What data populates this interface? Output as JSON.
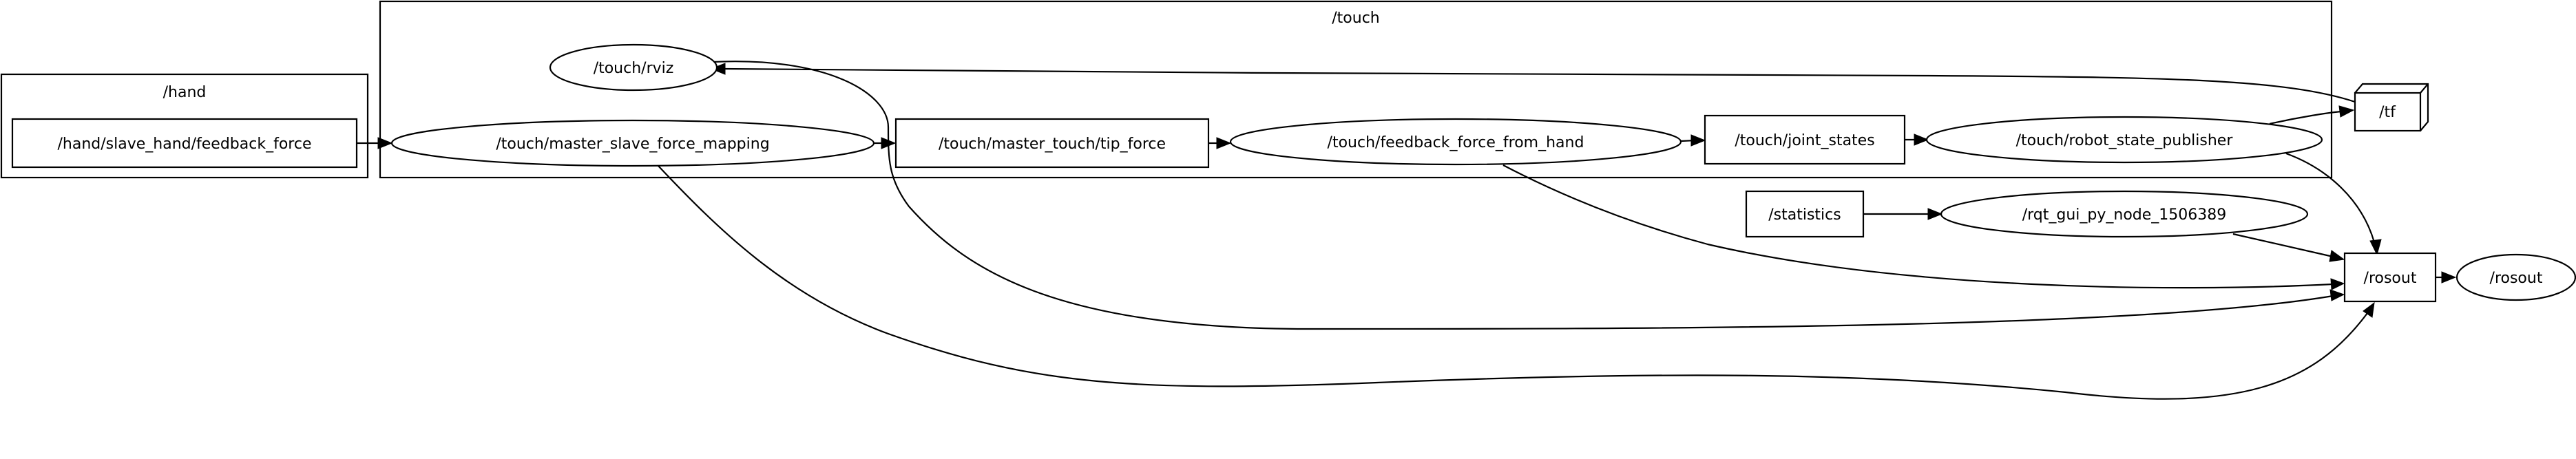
{
  "clusters": {
    "hand": "/hand",
    "touch": "/touch"
  },
  "nodes": {
    "hand_feedback": "/hand/slave_hand/feedback_force",
    "touch_rviz": "/touch/rviz",
    "master_slave": "/touch/master_slave_force_mapping",
    "tip_force": "/touch/master_touch/tip_force",
    "feedback_from_hand": "/touch/feedback_force_from_hand",
    "joint_states": "/touch/joint_states",
    "robot_state_publisher": "/touch/robot_state_publisher",
    "tf": "/tf",
    "statistics": "/statistics",
    "rqt_gui": "/rqt_gui_py_node_1506389",
    "rosout_topic": "/rosout",
    "rosout_node": "/rosout"
  }
}
